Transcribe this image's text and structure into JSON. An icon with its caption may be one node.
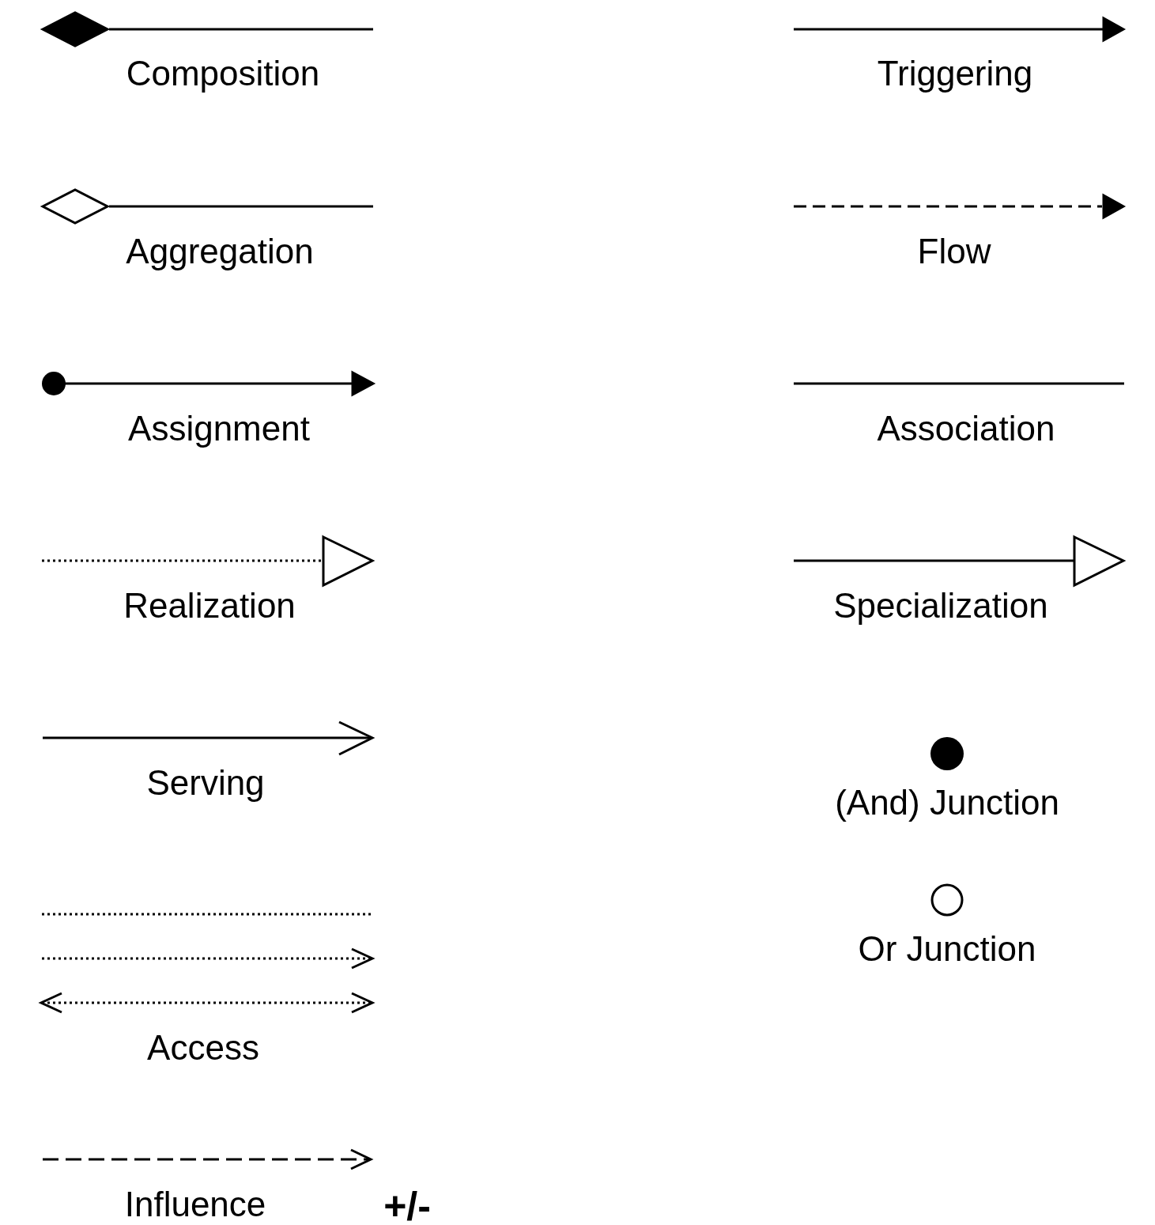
{
  "diagram": {
    "labels": [
      "+/-"
    ],
    "legend": [
      {
        "text": "Composition"
      },
      {
        "text": "Triggering"
      },
      {
        "text": "Aggregation"
      },
      {
        "text": "Flow"
      },
      {
        "text": "Assignment"
      },
      {
        "text": "Association"
      },
      {
        "text": "Realization"
      },
      {
        "text": "Specialization"
      },
      {
        "text": "Serving"
      },
      {
        "text": "(And) Junction"
      },
      {
        "text": "Access"
      },
      {
        "text": "Or Junction"
      },
      {
        "text": "Influence"
      }
    ]
  }
}
